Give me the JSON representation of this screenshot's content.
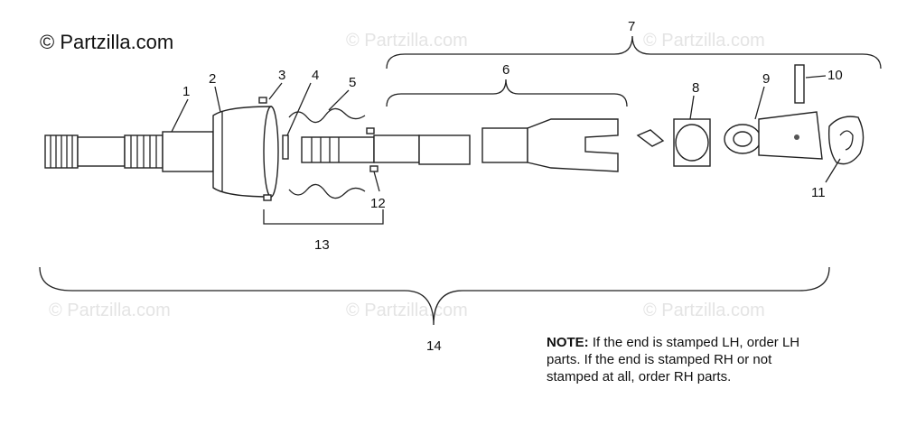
{
  "copyright": "© Partzilla.com",
  "watermark": "© Partzilla.com",
  "callouts": [
    "1",
    "2",
    "3",
    "4",
    "5",
    "6",
    "7",
    "8",
    "9",
    "10",
    "11",
    "12",
    "13",
    "14"
  ],
  "note": {
    "heading": "NOTE:",
    "text": "If the end is stamped LH, order LH parts.  If the end is stamped RH or not stamped at all, order RH parts."
  }
}
